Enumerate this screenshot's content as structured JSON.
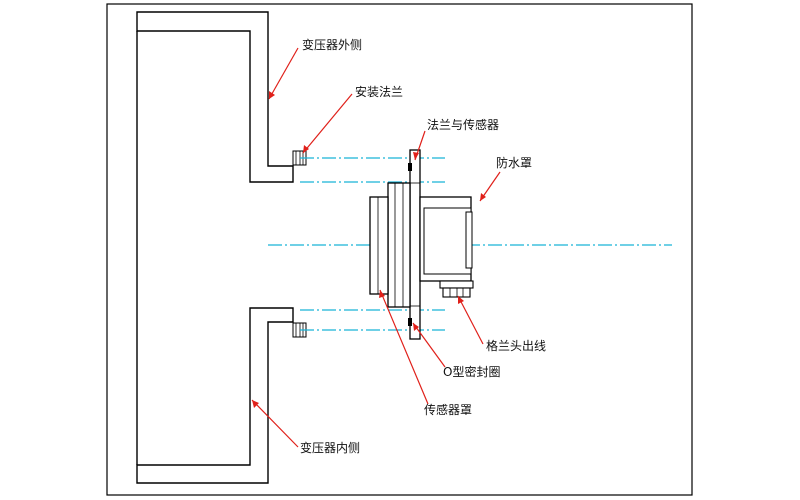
{
  "labels": {
    "transformer_outer_wall": "变压器外侧",
    "mounting_flange": "安装法兰",
    "flange_and_sensor": "法兰与传感器",
    "waterproof_cover": "防水罩",
    "connector_outlet": "格兰头出线",
    "o_ring_seal": "O型密封圈",
    "sensor_housing": "传感器罩",
    "transformer_inner_wall": "变压器内侧"
  },
  "colors": {
    "outline": "#000000",
    "center_line": "#19b5d8",
    "leader_line": "#e0201a",
    "background": "#ffffff"
  }
}
